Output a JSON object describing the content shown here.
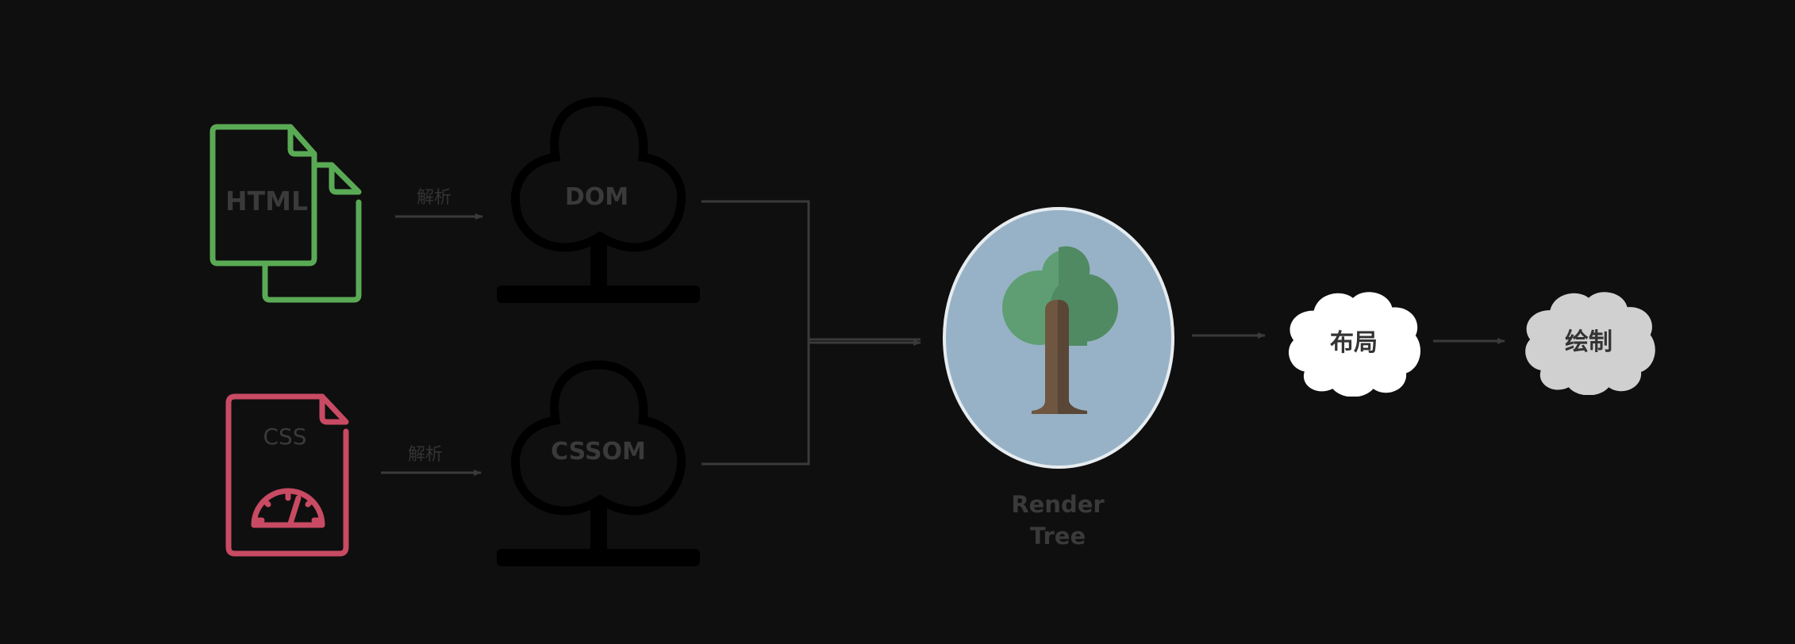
{
  "diagram": {
    "title": "Browser rendering pipeline",
    "colors": {
      "background": "#0f0f0f",
      "html_icon": "#5aaa55",
      "css_icon": "#c84a63",
      "tree_outline": "#000000",
      "muted_text": "#3a3a3a",
      "connector": "#3a3a3a",
      "render_tree_fill": "#97b2c6",
      "layout_cloud": "#ffffff",
      "paint_cloud": "#d0d0d0",
      "cloud_text": "#333333"
    },
    "nodes": {
      "html": {
        "label": "HTML",
        "icon": "html-documents-icon"
      },
      "css": {
        "label": "CSS",
        "icon": "css-speedometer-document-icon"
      },
      "dom": {
        "label": "DOM",
        "icon": "tree-outline-icon"
      },
      "cssom": {
        "label": "CSSOM",
        "icon": "tree-outline-icon"
      },
      "render_tree": {
        "label_line1": "Render",
        "label_line2": "Tree",
        "icon": "tree-icon"
      },
      "layout": {
        "label": "布局",
        "icon": "cloud-icon"
      },
      "paint": {
        "label": "绘制",
        "icon": "cloud-icon"
      }
    },
    "edges": {
      "html_to_dom": {
        "label": "解析"
      },
      "css_to_cssom": {
        "label": "解析"
      }
    }
  }
}
